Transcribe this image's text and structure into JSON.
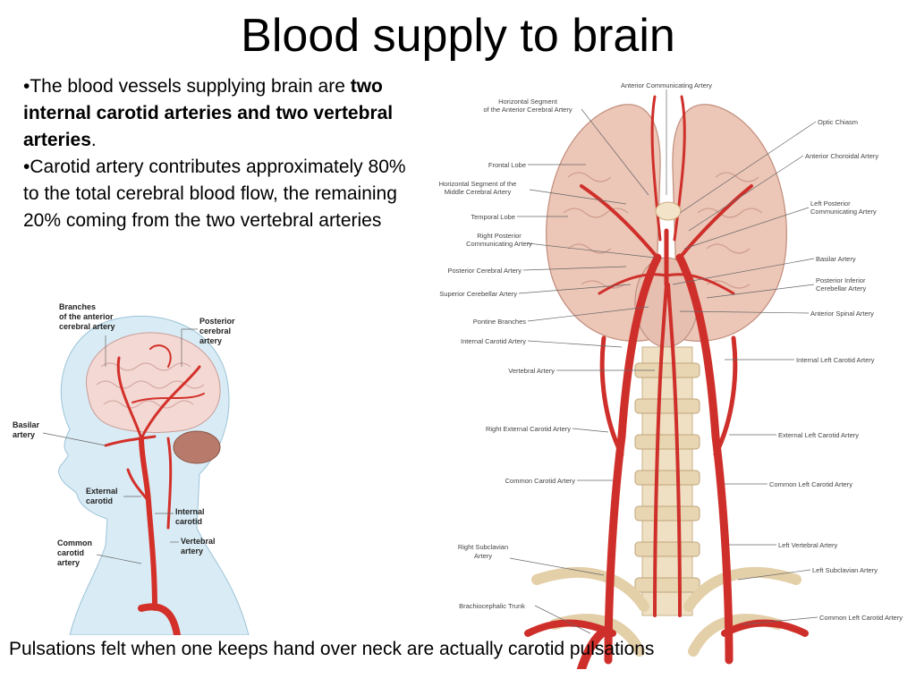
{
  "slide": {
    "title": "Blood supply to brain",
    "bullet1": {
      "prefix": "•The blood vessels supplying  brain are ",
      "bold": "two internal carotid arteries and two vertebral arteries",
      "suffix": "."
    },
    "bullet2": "•Carotid artery contributes approximately 80% to the total cerebral blood flow, the remaining 20% coming from the two vertebral arteries",
    "footer": "Pulsations felt when one keeps hand over neck are actually carotid pulsations"
  },
  "left_figure": {
    "labels": {
      "anterior_branches": [
        "Branches",
        "of the anterior",
        "cerebral artery"
      ],
      "posterior": [
        "Posterior",
        "cerebral",
        "artery"
      ],
      "basilar": [
        "Basilar",
        "artery"
      ],
      "external_carotid": [
        "External",
        "carotid"
      ],
      "internal_carotid": [
        "Internal",
        "carotid"
      ],
      "common_carotid": [
        "Common",
        "carotid",
        "artery"
      ],
      "vertebral": [
        "Vertebral",
        "artery"
      ]
    }
  },
  "right_figure": {
    "labels": {
      "anterior_communicating": "Anterior Communicating Artery",
      "horizontal_aca": [
        "Horizontal Segment",
        "of the Anterior Cerebral Artery"
      ],
      "optic_chiasm": "Optic Chiasm",
      "frontal_lobe": "Frontal Lobe",
      "anterior_choroidal": "Anterior Choroidal Artery",
      "horizontal_mca": [
        "Horizontal Segment of the",
        "Middle Cerebral Artery"
      ],
      "left_posterior_comm": [
        "Left Posterior",
        "Communicating Artery"
      ],
      "temporal_lobe": "Temporal Lobe",
      "right_posterior_comm": [
        "Right Posterior",
        "Communicating Artery"
      ],
      "basilar": "Basilar Artery",
      "posterior_cerebral": "Posterior Cerebral Artery",
      "posterior_inferior_cerebellar": [
        "Posterior Inferior",
        "Cerebellar Artery"
      ],
      "superior_cerebellar": "Superior Cerebellar Artery",
      "anterior_spinal": "Anterior Spinal Artery",
      "pontine_branches": "Pontine Branches",
      "internal_carotid": "Internal Carotid Artery",
      "internal_left_carotid": "Internal Left Carotid Artery",
      "vertebral": "Vertebral Artery",
      "right_external_carotid": "Right External Carotid Artery",
      "external_left_carotid": "External Left Carotid Artery",
      "common_carotid": "Common Carotid Artery",
      "common_left_carotid": "Common Left Carotid Artery",
      "left_vertebral": "Left Vertebral Artery",
      "right_subclavian": [
        "Right Subclavian",
        "Artery"
      ],
      "left_subclavian": "Left Subclavian Artery",
      "brachiocephalic": "Brachiocephalic Trunk",
      "common_left_carotid_2": "Common Left Carotid Artery"
    }
  }
}
